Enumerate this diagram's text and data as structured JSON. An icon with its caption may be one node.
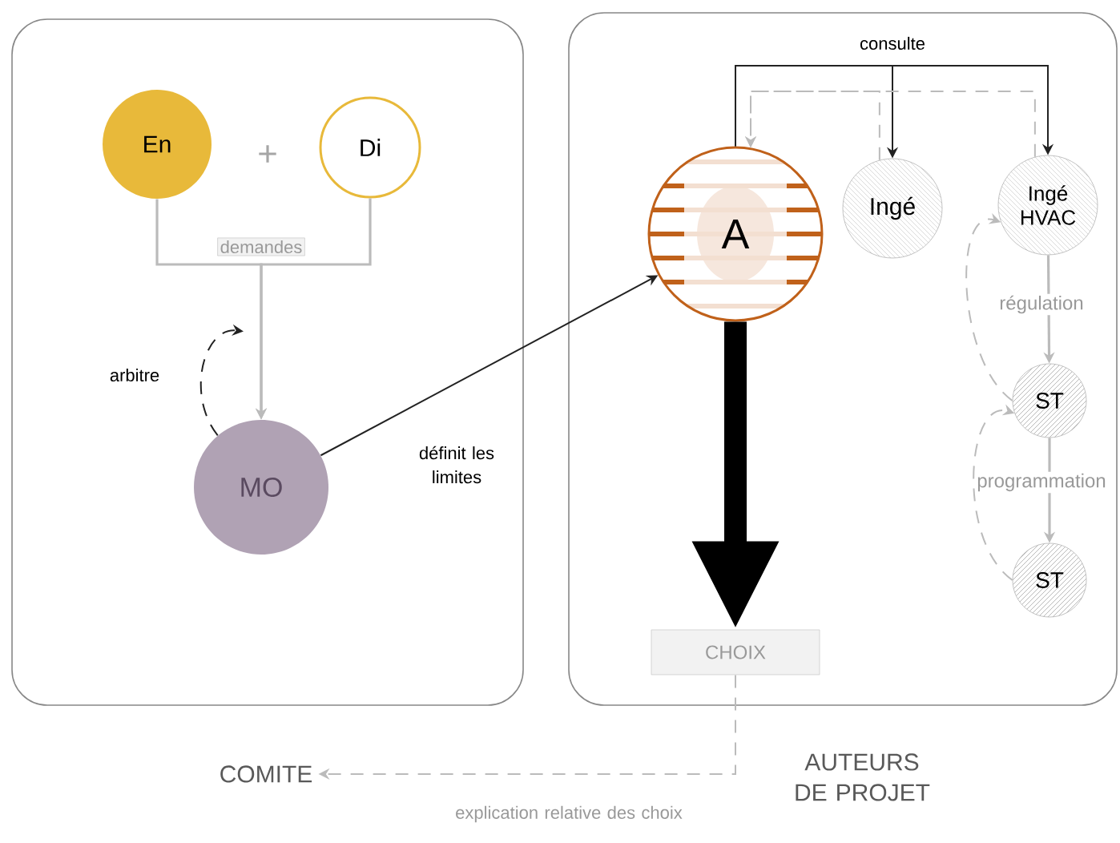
{
  "diagram": {
    "nodes": [
      {
        "text": [],
        "shape": "box"
      },
      {
        "text": [
          "AUTEURS DE PROJET"
        ]
      },
      {
        "text": [
          "En"
        ],
        "in": 0
      },
      {
        "text": [
          "Di"
        ],
        "in": 0
      },
      {
        "text": [
          "MO"
        ],
        "in": 0
      },
      {
        "text": [
          "A"
        ],
        "in": 1
      },
      {
        "text": [
          "Ingé"
        ],
        "in": 1
      },
      {
        "text": [
          "Ingé HVAC"
        ],
        "in": 1
      },
      {
        "text": [
          "ST"
        ],
        "in": 1
      },
      {
        "text": [
          "ST"
        ],
        "in": 1
      },
      {
        "text": [
          "CHOIX"
        ],
        "in": 1
      },
      {
        "text": [
          "COMITE"
        ]
      }
    ],
    "edges": [
      {
        "from": 2,
        "to": 4,
        "arrow": "to",
        "label": "demandes"
      },
      {
        "from": 3,
        "to": 4,
        "arrow": "to"
      },
      {
        "from": 4,
        "to": 4,
        "arrow": "to",
        "style": "dashed",
        "color": "#222222",
        "label": "arbitre"
      },
      {
        "from": 4,
        "to": 5,
        "arrow": "to",
        "color": "#222222",
        "label": "définit les limites"
      },
      {
        "from": 5,
        "to": 6,
        "arrow": "to",
        "color": "#222222",
        "label": "consulte"
      },
      {
        "from": 5,
        "to": 7,
        "arrow": "to",
        "color": "#222222"
      },
      {
        "from": 6,
        "to": 5,
        "arrow": "to",
        "style": "dashed"
      },
      {
        "from": 7,
        "to": 5,
        "arrow": "to",
        "style": "dashed"
      },
      {
        "from": 7,
        "to": 8,
        "arrow": "to",
        "label": "régulation"
      },
      {
        "from": 8,
        "to": 9,
        "arrow": "to",
        "label": "programmation"
      },
      {
        "from": 8,
        "to": 7,
        "arrow": "to",
        "style": "dashed"
      },
      {
        "from": 9,
        "to": 8,
        "arrow": "to",
        "style": "dashed"
      },
      {
        "from": 5,
        "to": 10,
        "arrow": "to",
        "style": "thick",
        "color": "#000000"
      },
      {
        "from": 10,
        "to": 11,
        "arrow": "to",
        "style": "dashed",
        "label": "explication relative des choix"
      }
    ],
    "labels": [
      "+"
    ]
  }
}
